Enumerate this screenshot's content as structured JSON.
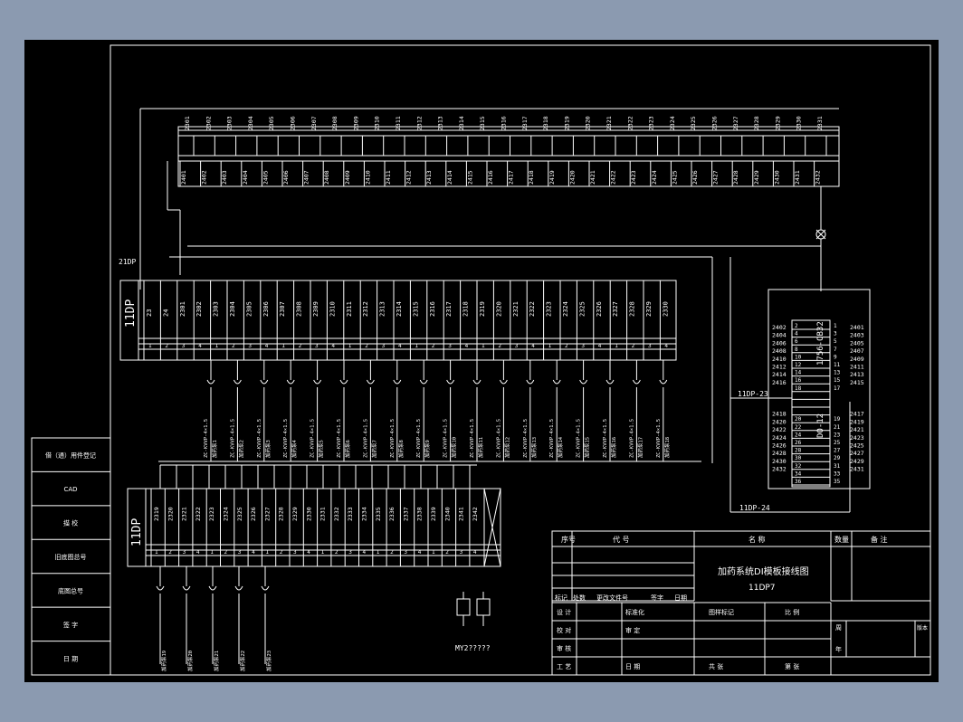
{
  "drawing": {
    "main_title": "加药系统DI模板接线图",
    "sub_title": "11DP7",
    "cabinet_top_label": "11DP",
    "cabinet_bottom_label": "11DP",
    "cable_label": "21DP",
    "module_label": "DO-12",
    "module_model": "1756-OB32",
    "note_label_1": "11DP-23",
    "note_label_2": "11DP-24",
    "relay_label": "MY2?????"
  },
  "title_block": {
    "headers": [
      "序号",
      "代 号",
      "名 称",
      "数量",
      "备 注"
    ],
    "revision_row": [
      "标记",
      "处数",
      "更改文件号",
      "签字",
      "日期"
    ],
    "sign_rows": [
      {
        "label": "设 计",
        "label2": "标准化",
        "label3": "图样标记",
        "label4": "比 例"
      },
      {
        "label": "校 对",
        "label2": "审 定",
        "label3": "",
        "label4": ""
      },
      {
        "label": "审 核",
        "label2": "",
        "label3": "",
        "label4": ""
      },
      {
        "label": "工 艺",
        "label2": "日 期",
        "label3": "共 张",
        "label4": "第 张"
      }
    ],
    "right_labels": [
      "周",
      "年",
      "版本"
    ]
  },
  "side_panel": {
    "items": [
      "借（通）用件登记",
      "CAD",
      "描 校",
      "旧底图总号",
      "底图总号",
      "签 字",
      "日 期"
    ]
  },
  "top_terminals": {
    "upper": [
      "2301",
      "2302",
      "2303",
      "2304",
      "2305",
      "2306",
      "2307",
      "2308",
      "2309",
      "2310",
      "2311",
      "2312",
      "2313",
      "2314",
      "2315",
      "2316",
      "2317",
      "2318",
      "2319",
      "2320",
      "2321",
      "2322",
      "2323",
      "2324",
      "2325",
      "2326",
      "2327",
      "2328",
      "2329",
      "2330",
      "2331"
    ],
    "lower": [
      "2401",
      "2402",
      "2403",
      "2404",
      "2405",
      "2406",
      "2407",
      "2408",
      "2409",
      "2410",
      "2411",
      "2412",
      "2413",
      "2414",
      "2415",
      "2416",
      "2417",
      "2418",
      "2419",
      "2420",
      "2421",
      "2422",
      "2423",
      "2424",
      "2425",
      "2426",
      "2427",
      "2428",
      "2429",
      "2430",
      "2431",
      "2432"
    ]
  },
  "cabinet_top": {
    "tags": [
      "23",
      "24",
      "2301",
      "2302",
      "2303",
      "2304",
      "2305",
      "2306",
      "2307",
      "2308",
      "2309",
      "2310",
      "2311",
      "2312",
      "2313",
      "2314",
      "2315",
      "2316",
      "2317",
      "2318",
      "2319",
      "2320",
      "2321",
      "2322",
      "2323",
      "2324",
      "2325",
      "2326",
      "2327",
      "2328",
      "2329",
      "2330"
    ],
    "cable_tags": [
      "ZC-KVVP-4×1.5",
      "ZC-KVVP-4×1.5",
      "ZC-KVVP-4×1.5",
      "ZC-KVVP-4×1.5",
      "ZC-KVVP-4×1.5",
      "ZC-KVVP-4×1.5",
      "ZC-KVVP-4×1.5",
      "ZC-KVVP-4×1.5",
      "ZC-KVVP-4×1.5",
      "ZC-KVVP-4×1.5",
      "ZC-KVVP-4×1.5",
      "ZC-KVVP-4×1.5",
      "ZC-KVVP-4×1.5",
      "ZC-KVVP-4×1.5",
      "ZC-KVVP-4×1.5",
      "ZC-KVVP-4×1.5",
      "ZC-KVVP-4×1.5",
      "ZC-KVVP-4×1.5"
    ],
    "device_tags": [
      "加药泵1",
      "加药泵2",
      "加药泵3",
      "加药泵4",
      "加药泵5",
      "加药泵6",
      "加药泵7",
      "加药泵8",
      "加药泵9",
      "加药泵10",
      "加药泵11",
      "加药泵12",
      "加药泵13",
      "加药泵14",
      "加药泵15",
      "加药泵16",
      "加药泵17",
      "加药泵18"
    ]
  },
  "module": {
    "left_pins": [
      "2402",
      "2404",
      "2406",
      "2408",
      "2410",
      "2412",
      "2414",
      "2416",
      "",
      "",
      "",
      "2418",
      "2420",
      "2422",
      "2424",
      "2426",
      "2428",
      "2430",
      "2432"
    ],
    "left_nums": [
      "2",
      "4",
      "6",
      "8",
      "10",
      "12",
      "14",
      "16",
      "18",
      "",
      "",
      "",
      "20",
      "22",
      "24",
      "26",
      "28",
      "30",
      "32",
      "34",
      "36"
    ],
    "right_pins": [
      "2401",
      "2403",
      "2405",
      "2407",
      "2409",
      "2411",
      "2413",
      "2415",
      "",
      "",
      "",
      "2417",
      "2419",
      "2421",
      "2423",
      "2425",
      "2427",
      "2429",
      "2431"
    ],
    "right_nums": [
      "1",
      "3",
      "5",
      "7",
      "9",
      "11",
      "13",
      "15",
      "17",
      "",
      "",
      "",
      "19",
      "21",
      "23",
      "25",
      "27",
      "29",
      "31",
      "33",
      "35"
    ]
  },
  "cabinet_bottom": {
    "tags": [
      "2319",
      "2320",
      "2321",
      "2322",
      "2323",
      "2324",
      "2325",
      "2326",
      "2327",
      "2328",
      "2329",
      "2330",
      "2331",
      "2332",
      "2333",
      "2334",
      "2335",
      "2336",
      "2337",
      "2338",
      "2339",
      "2340",
      "2341",
      "2342"
    ],
    "device_tags": [
      "加药泵19",
      "加药泵20",
      "加药泵21",
      "加药泵22",
      "加药泵23"
    ]
  }
}
